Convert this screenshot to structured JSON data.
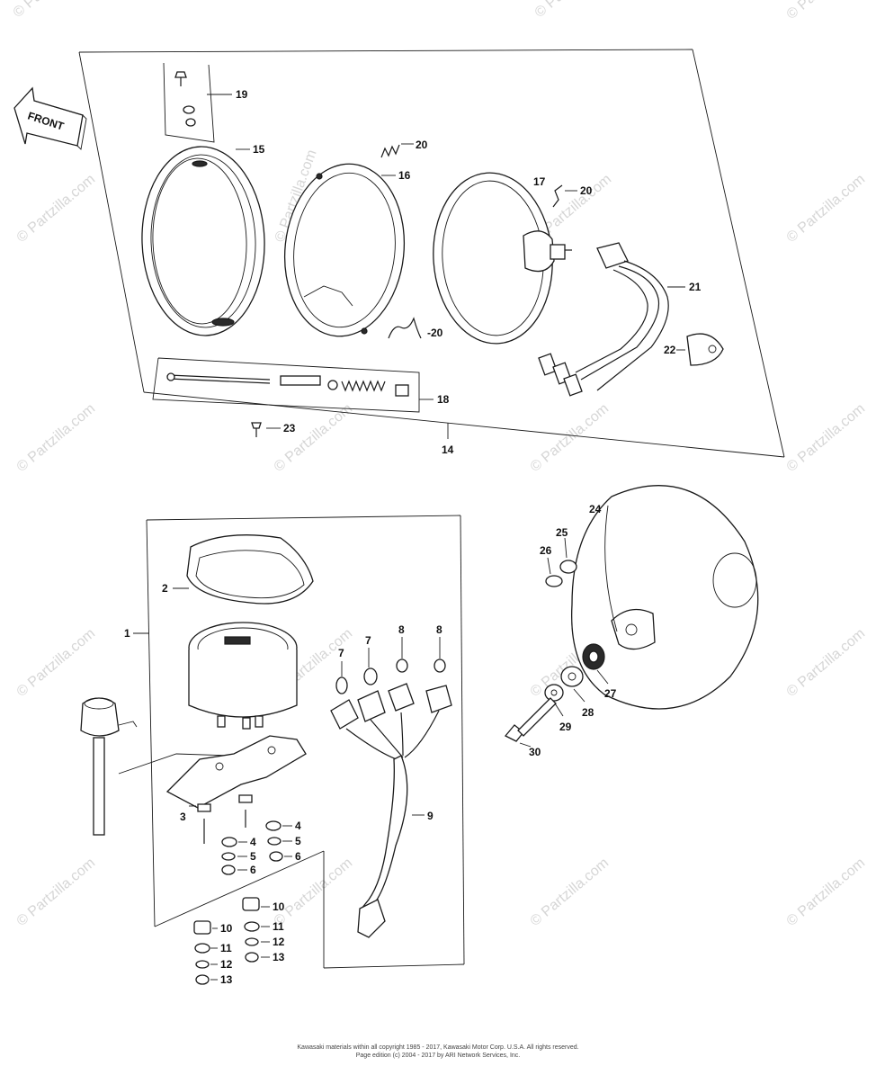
{
  "front_arrow": {
    "label": "FRONT"
  },
  "watermark": {
    "text": "© Partzilla.com"
  },
  "callouts": {
    "c1": "1",
    "c2": "2",
    "c3": "3",
    "c4a": "4",
    "c4b": "4",
    "c5a": "5",
    "c5b": "5",
    "c6a": "6",
    "c6b": "6",
    "c7a": "7",
    "c7b": "7",
    "c8a": "8",
    "c8b": "8",
    "c9": "9",
    "c10a": "10",
    "c10b": "10",
    "c11a": "11",
    "c11b": "11",
    "c12a": "12",
    "c12b": "12",
    "c13a": "13",
    "c13b": "13",
    "c14": "14",
    "c15": "15",
    "c16": "16",
    "c17": "17",
    "c18": "18",
    "c19": "19",
    "c20a": "20",
    "c20b": "20",
    "c20c": "-20",
    "c21": "21",
    "c22": "22",
    "c23": "23",
    "c24": "24",
    "c25": "25",
    "c26": "26",
    "c27": "27",
    "c28": "28",
    "c29": "29",
    "c30": "30"
  },
  "footer": {
    "line1": "Kawasaki materials within all copyright 1985 - 2017, Kawasaki Motor Corp. U.S.A.  All rights reserved.",
    "line2": "Page edition (c) 2004 - 2017 by ARI Network Services, Inc."
  }
}
